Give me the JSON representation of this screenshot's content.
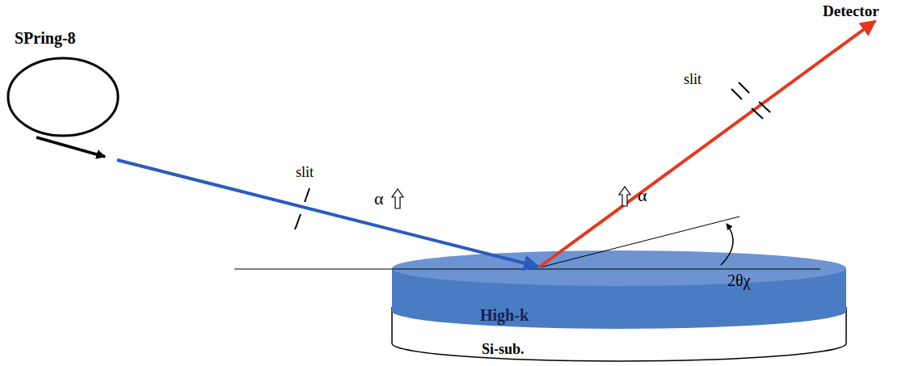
{
  "diagram": {
    "nodes": [
      {
        "text": [
          "SPring-8"
        ]
      },
      {
        "text": [
          "High-k"
        ]
      },
      {
        "text": [
          "Si-sub."
        ]
      }
    ],
    "labels": [
      "slit",
      "slit",
      "α",
      "α",
      "2θχ",
      "Detector"
    ]
  }
}
